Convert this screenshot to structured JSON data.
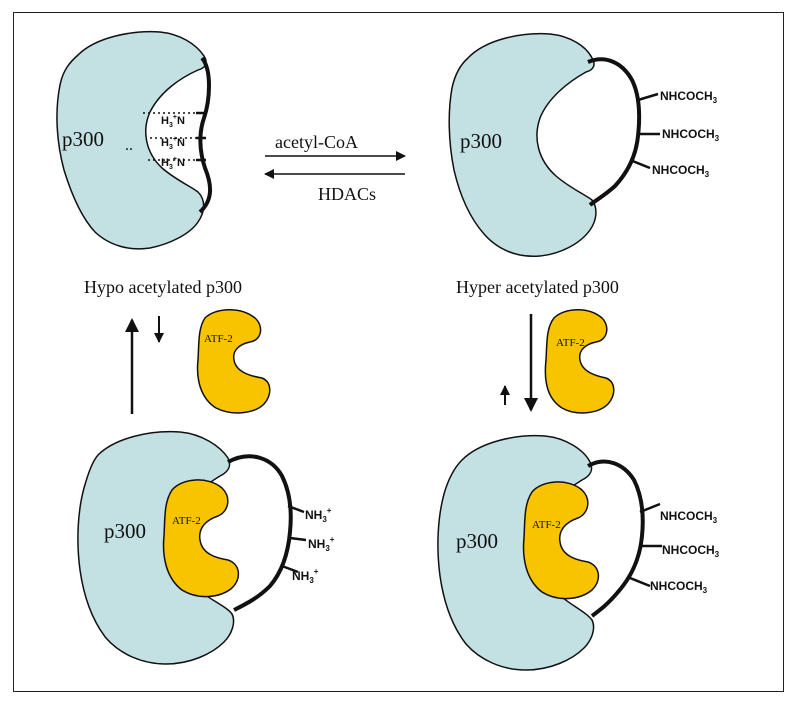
{
  "colors": {
    "p300_fill": "#c3e0e3",
    "atf2_fill": "#f8c400",
    "outline": "#111111"
  },
  "labels": {
    "p300": "p300",
    "atf2": "ATF-2",
    "acetyl_coa": "acetyl-CoA",
    "hdacs": "HDACs",
    "hypo": "Hypo acetylated p300",
    "hyper": "Hyper acetylated p300"
  },
  "groups": {
    "nhcoch3": "NHCOCH",
    "nhcoch3_sub": "3",
    "h3n_h": "H",
    "h3n_sub": "3",
    "h3n_sup": "+",
    "h3n_n": "N",
    "nh3": "NH",
    "nh3_sub": "3",
    "nh3_sup": "+"
  }
}
